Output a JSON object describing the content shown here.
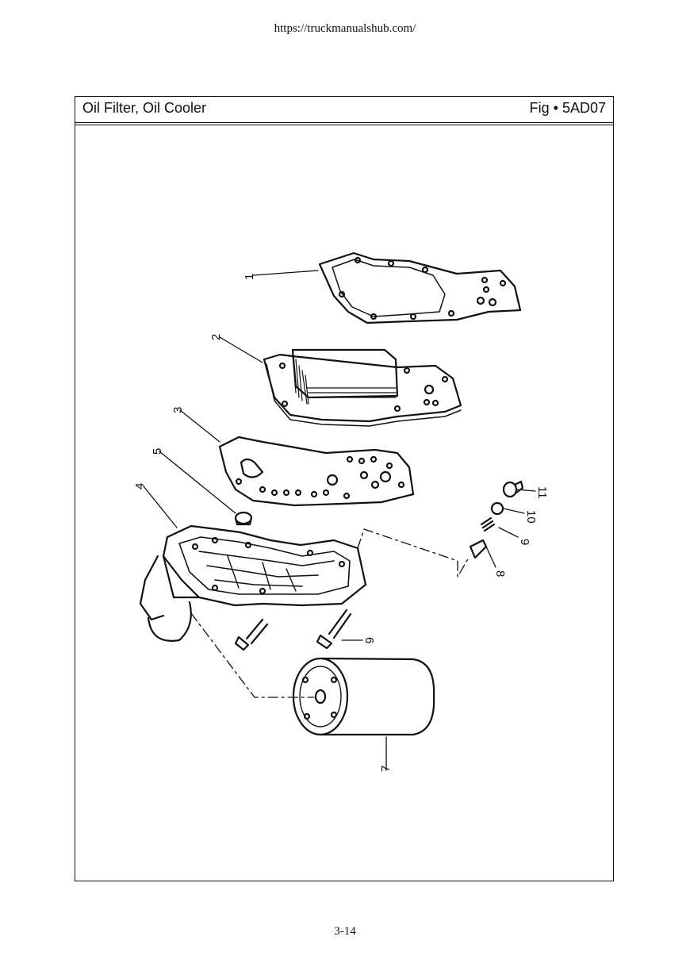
{
  "header_url": "https://truckmanualshub.com/",
  "page": {
    "title": "Oil Filter, Oil Cooler",
    "figure_id": "Fig • 5AD07",
    "page_number": "3-14"
  },
  "callouts": [
    "1",
    "2",
    "3",
    "4",
    "5",
    "6",
    "7",
    "8",
    "9",
    "10",
    "11"
  ]
}
